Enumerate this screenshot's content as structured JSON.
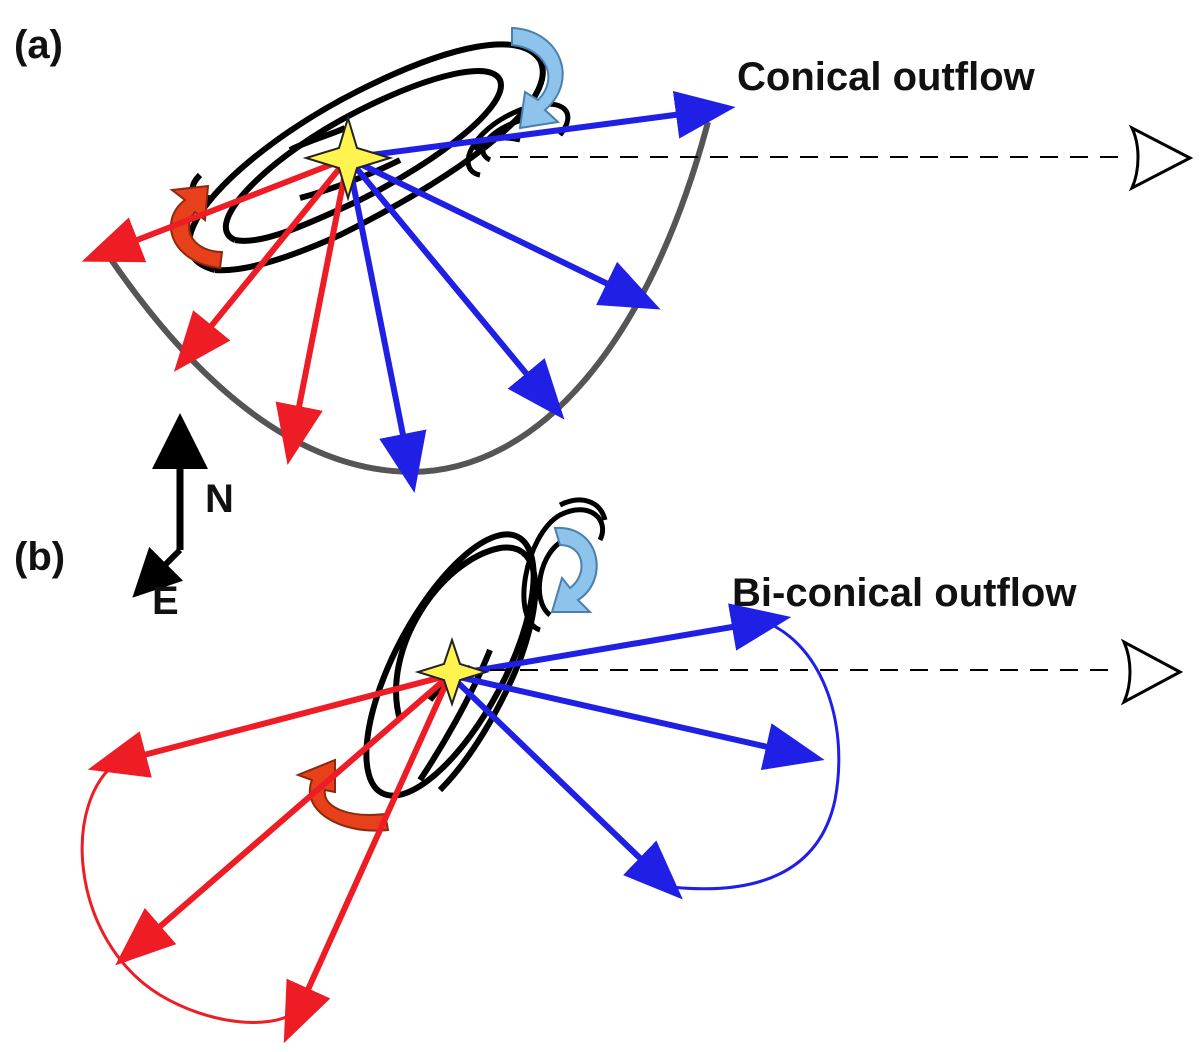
{
  "panel_a": {
    "label": "(a)",
    "title": "Conical outflow"
  },
  "panel_b": {
    "label": "(b)",
    "title": "Bi-conical outflow"
  },
  "compass": {
    "north": "N",
    "east": "E"
  },
  "colors": {
    "redshifted": "#ee1c24",
    "blueshifted": "#1f1fe6",
    "cone_outline": "#555555",
    "rotation_blue": "#8ec3ec",
    "rotation_red": "#e8401a",
    "source_star": "#fff44f",
    "disk_rings": "#000000"
  },
  "icons": [
    "star-icon",
    "eye-icon",
    "rotation-arrow-icon",
    "north-arrow-icon",
    "east-arrow-icon"
  ]
}
